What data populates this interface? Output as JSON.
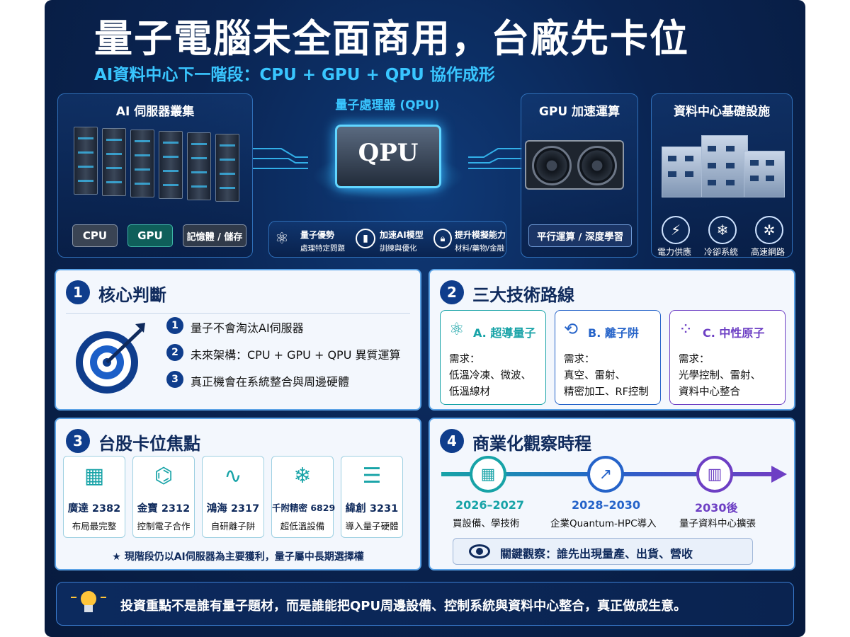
{
  "header": {
    "title": "量子電腦未全面商用，台廠先卡位",
    "subtitle": "AI資料中心下一階段：CPU + GPU + QPU 協作成形"
  },
  "top": {
    "ai_servers": {
      "title": "AI 伺服器叢集",
      "chips": [
        "CPU",
        "GPU",
        "記憶體 / 儲存"
      ]
    },
    "qpu": {
      "title": "量子處理器 (QPU)",
      "chip_label": "QPU",
      "features": [
        {
          "icon": "atom-icon",
          "title": "量子優勢",
          "desc": "處理特定問題"
        },
        {
          "icon": "bar-chart-icon",
          "title": "加速AI模型",
          "desc": "訓練與優化"
        },
        {
          "icon": "lock-icon",
          "title": "提升模擬能力",
          "desc": "材料/藥物/金融"
        }
      ]
    },
    "gpu": {
      "title": "GPU 加速運算",
      "label": "平行運算 / 深度學習"
    },
    "datacenter": {
      "title": "資料中心基礎設施",
      "items": [
        {
          "icon": "bolt-icon",
          "glyph": "⚡",
          "label": "電力供應"
        },
        {
          "icon": "snowflake-icon",
          "glyph": "❄",
          "label": "冷卻系統"
        },
        {
          "icon": "network-icon",
          "glyph": "✲",
          "label": "高速網路"
        }
      ]
    }
  },
  "core": {
    "number": "1",
    "title": "核心判斷",
    "items": [
      {
        "num": "1",
        "text": "量子不會淘汰AI伺服器"
      },
      {
        "num": "2",
        "text": "未來架構：CPU + GPU + QPU 異質運算"
      },
      {
        "num": "3",
        "text": "真正機會在系統整合與周邊硬體"
      }
    ]
  },
  "routes": {
    "number": "2",
    "title": "三大技術路線",
    "items": [
      {
        "title": "A. 超導量子",
        "icon": "atom-icon",
        "color": "#17a3a7",
        "label": "需求：",
        "lines": [
          "低溫冷凍、微波、",
          "低溫線材"
        ]
      },
      {
        "title": "B. 離子阱",
        "icon": "ion-trap-icon",
        "color": "#2563c9",
        "label": "需求：",
        "lines": [
          "真空、雷射、",
          "精密加工、RF控制"
        ]
      },
      {
        "title": "C. 中性原子",
        "icon": "neutral-atom-icon",
        "color": "#6d3fc4",
        "label": "需求：",
        "lines": [
          "光學控制、雷射、",
          "資料中心整合"
        ]
      }
    ]
  },
  "stocks": {
    "number": "3",
    "title": "台股卡位焦點",
    "items": [
      {
        "icon": "building-icon",
        "glyph": "▦",
        "name": "廣達 2382",
        "desc": "布局最完整"
      },
      {
        "icon": "circuit-icon",
        "glyph": "⌬",
        "name": "金寶 2312",
        "desc": "控制電子合作"
      },
      {
        "icon": "waveform-icon",
        "glyph": "∿",
        "name": "鴻海 2317",
        "desc": "自研離子阱"
      },
      {
        "icon": "snowflake-icon",
        "glyph": "❄",
        "name": "千附精密 6829",
        "desc": "超低溫設備"
      },
      {
        "icon": "server-icon",
        "glyph": "☰",
        "name": "緯創 3231",
        "desc": "導入量子硬體"
      }
    ],
    "note": "★ 現階段仍以AI伺服器為主要獲利，量子屬中長期選擇權"
  },
  "timeline": {
    "number": "4",
    "title": "商業化觀察時程",
    "items": [
      {
        "icon": "calendar-icon",
        "glyph": "▦",
        "color": "#17a3a7",
        "year": "2026–2027",
        "desc": "買設備、學技術"
      },
      {
        "icon": "growth-chart-icon",
        "glyph": "↗",
        "color": "#2563c9",
        "year": "2028–2030",
        "desc": "企業Quantum-HPC導入"
      },
      {
        "icon": "building-icon",
        "glyph": "▥",
        "color": "#6d3fc4",
        "year": "2030後",
        "desc": "量子資料中心擴張"
      }
    ],
    "key_watch": "關鍵觀察：誰先出現量產、出貨、營收"
  },
  "footer": {
    "text": "投資重點不是誰有量子題材，而是誰能把QPU周邊設備、控制系統與資料中心整合，真正做成生意。"
  }
}
